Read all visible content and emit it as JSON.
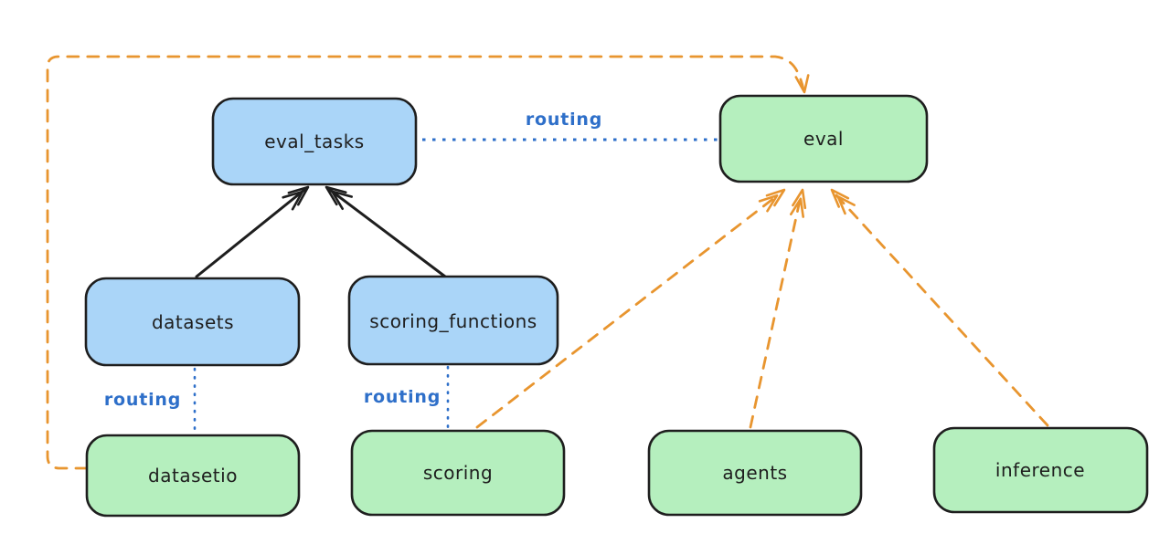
{
  "diagram": {
    "description": "Architecture diagram showing eval routing between registry resources and provider APIs",
    "nodes": [
      {
        "id": "eval_tasks",
        "label": "eval_tasks",
        "fill": "#aad5f8",
        "kind": "resource"
      },
      {
        "id": "eval",
        "label": "eval",
        "fill": "#b5efbe",
        "kind": "api"
      },
      {
        "id": "datasets",
        "label": "datasets",
        "fill": "#aad5f8",
        "kind": "resource"
      },
      {
        "id": "scoring_functions",
        "label": "scoring_functions",
        "fill": "#aad5f8",
        "kind": "resource"
      },
      {
        "id": "datasetio",
        "label": "datasetio",
        "fill": "#b5efbe",
        "kind": "api"
      },
      {
        "id": "scoring",
        "label": "scoring",
        "fill": "#b5efbe",
        "kind": "api"
      },
      {
        "id": "agents",
        "label": "agents",
        "fill": "#b5efbe",
        "kind": "api"
      },
      {
        "id": "inference",
        "label": "inference",
        "fill": "#b5efbe",
        "kind": "api"
      }
    ],
    "edges": [
      {
        "from": "datasets",
        "to": "eval_tasks",
        "style": "solid-black-arrow",
        "label": ""
      },
      {
        "from": "scoring_functions",
        "to": "eval_tasks",
        "style": "solid-black-arrow",
        "label": ""
      },
      {
        "from": "eval_tasks",
        "to": "eval",
        "style": "dotted-blue",
        "label": "routing"
      },
      {
        "from": "datasets",
        "to": "datasetio",
        "style": "dotted-blue",
        "label": "routing"
      },
      {
        "from": "scoring_functions",
        "to": "scoring",
        "style": "dotted-blue",
        "label": "routing"
      },
      {
        "from": "scoring",
        "to": "eval",
        "style": "dashed-orange-arrow",
        "label": ""
      },
      {
        "from": "agents",
        "to": "eval",
        "style": "dashed-orange-arrow",
        "label": ""
      },
      {
        "from": "inference",
        "to": "eval",
        "style": "dashed-orange-arrow",
        "label": ""
      },
      {
        "from": "datasetio",
        "to": "eval",
        "style": "dashed-orange-arrow",
        "label": ""
      }
    ],
    "colors": {
      "resource_fill": "#aad5f8",
      "api_fill": "#b5efbe",
      "node_stroke": "#1e1e1e",
      "routing_blue": "#2e6fc9",
      "orange": "#e8952f",
      "background": "#ffffff"
    }
  }
}
